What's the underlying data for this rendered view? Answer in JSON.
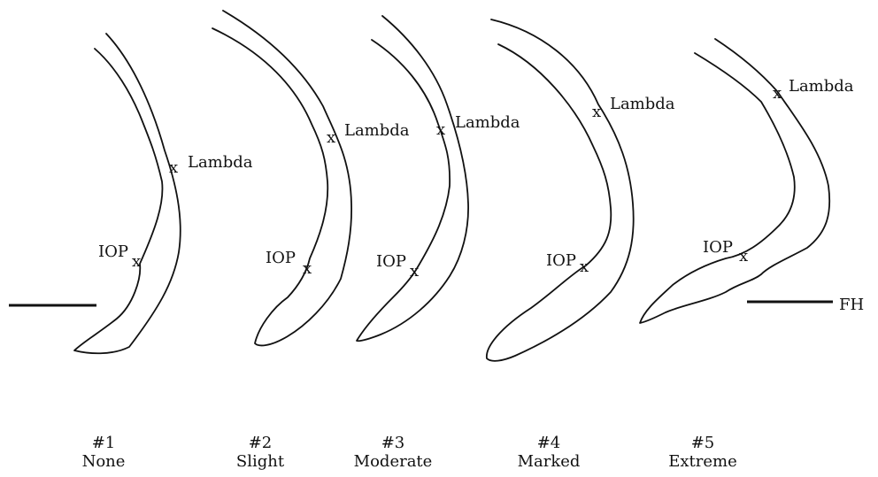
{
  "landmarks": {
    "lambda": "Lambda",
    "iop": "IOP",
    "marker": "x"
  },
  "reference_line": {
    "label": "FH"
  },
  "grades": [
    {
      "number": "#1",
      "name": "None"
    },
    {
      "number": "#2",
      "name": "Slight"
    },
    {
      "number": "#3",
      "name": "Moderate"
    },
    {
      "number": "#4",
      "name": "Marked"
    },
    {
      "number": "#5",
      "name": "Extreme"
    }
  ]
}
